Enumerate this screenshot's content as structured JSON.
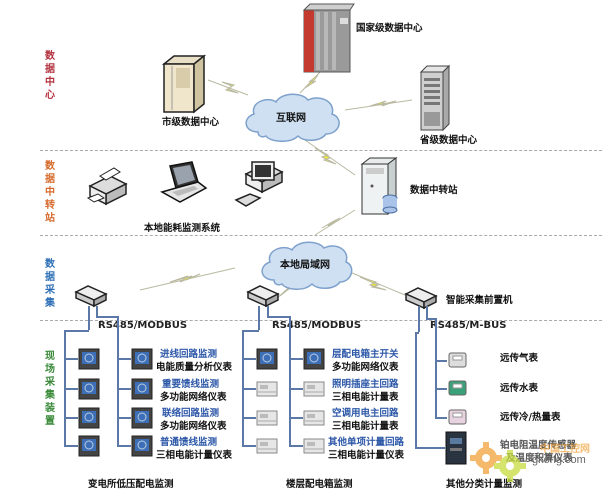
{
  "zones": [
    {
      "id": "data-center",
      "label": "数据中心",
      "color": "#b3323f"
    },
    {
      "id": "relay-station",
      "label": "数据中转站",
      "color": "#d66a2c"
    },
    {
      "id": "data-collection",
      "label": "数据采集",
      "color": "#2f6fb6"
    },
    {
      "id": "field-devices",
      "label": "现场采集装置",
      "color": "#3a8a3a"
    }
  ],
  "nodes": {
    "national_dc": "国家级数据中心",
    "city_dc": "市级数据中心",
    "province_dc": "省级数据中心",
    "internet": "互联网",
    "relay": "数据中转站",
    "local_system": "本地能耗监测系统",
    "lan": "本地局域网",
    "front_end": "智能采集前置机"
  },
  "buses": {
    "left": "RS485/MODBUS",
    "middle": "RS485/MODBUS",
    "right": "RS485/M-BUS"
  },
  "substation": {
    "title": "变电所低压配电监测",
    "items": [
      {
        "name": "进线回路监测",
        "meter": "电能质量分析仪表"
      },
      {
        "name": "重要馈线监测",
        "meter": "多功能网络仪表"
      },
      {
        "name": "联络回路监测",
        "meter": "多功能网络仪表"
      },
      {
        "name": "普通馈线监测",
        "meter": "三相电能计量仪表"
      }
    ]
  },
  "floor": {
    "title": "楼层配电箱监测",
    "items": [
      {
        "name": "层配电箱主开关",
        "meter": "多功能网络仪表"
      },
      {
        "name": "照明插座主回路",
        "meter": "三相电能计量表"
      },
      {
        "name": "空调用电主回路",
        "meter": "三相电能计量表"
      },
      {
        "name": "其他单项计量回路",
        "meter": "三相电能计量仪表"
      }
    ]
  },
  "other": {
    "title": "其他分类计量监测",
    "items": [
      {
        "name": "远传气表"
      },
      {
        "name": "远传水表"
      },
      {
        "name": "远传冷/热量表"
      },
      {
        "name": "铂电阻温度传感器"
      },
      {
        "name": "及温度积算仪表"
      }
    ]
  },
  "watermark": {
    "text": "gkong.com",
    "overlay": "中国工控网"
  },
  "colors": {
    "wire": "#5b78a8",
    "lightning": "#f2ea3a",
    "cloud": "#cfe0f3",
    "cloud_stroke": "#7ea1cc"
  }
}
